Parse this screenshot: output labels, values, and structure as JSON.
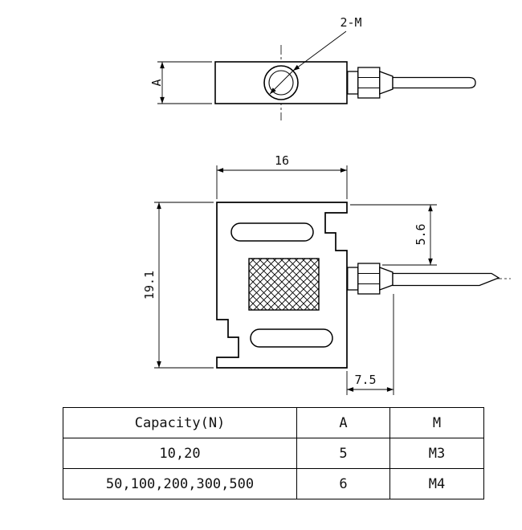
{
  "drawing": {
    "top_view": {
      "thread_callout": "2-M",
      "height_label": "A"
    },
    "front_view": {
      "width_dim": "16",
      "height_dim": "19.1",
      "gland_dim": "5.6",
      "protrusion_dim": "7.5"
    }
  },
  "table": {
    "headers": [
      "Capacity(N)",
      "A",
      "M"
    ],
    "rows": [
      [
        "10,20",
        "5",
        "M3"
      ],
      [
        "50,100,200,300,500",
        "6",
        "M4"
      ]
    ]
  }
}
